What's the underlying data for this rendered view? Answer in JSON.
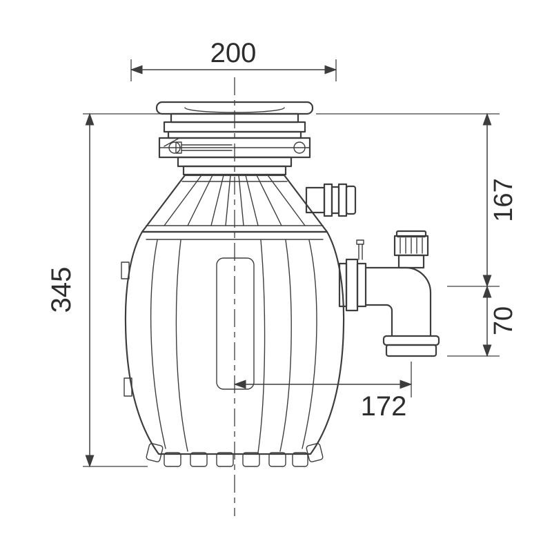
{
  "meta": {
    "title": "Food waste disposer dimensional drawing"
  },
  "dimensions": {
    "top_width": "200",
    "overall_height": "345",
    "inlet_to_outlet_height": "167",
    "outlet_drop": "70",
    "center_to_outlet": "172"
  },
  "colors": {
    "line": "#3d3d3d",
    "text": "#2d2d2d",
    "background": "#ffffff"
  }
}
